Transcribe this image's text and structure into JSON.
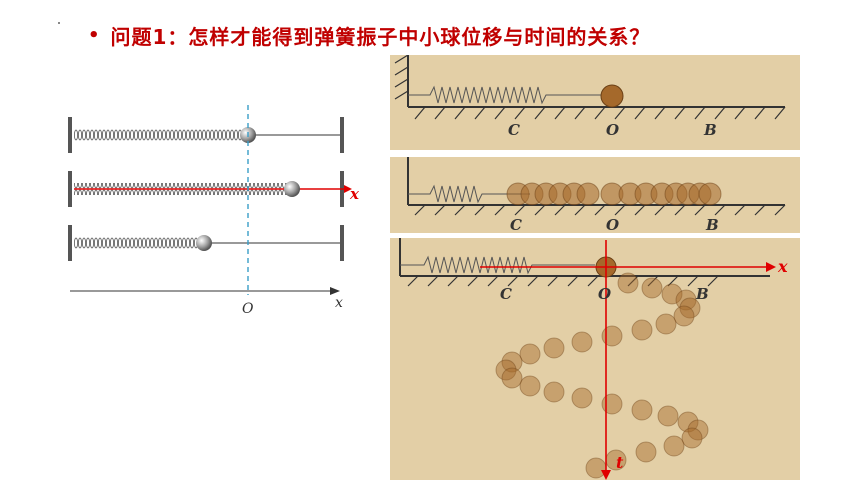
{
  "slide": {
    "bullet": "•",
    "title": "问题1：怎样才能得到弹簧振子中小球位移与时间的关系？"
  },
  "left_figure": {
    "label_x_arrow": "x",
    "label_O": "O",
    "label_x_axis": "x"
  },
  "photo_panels": {
    "label_C": "C",
    "label_O": "O",
    "label_B": "B",
    "label_x": "x",
    "label_t": "t"
  },
  "colors": {
    "title": "#c00000",
    "axis_red": "#e00000",
    "dashed_line": "#3a9ec8",
    "panel_bg": "#e3cfa6"
  }
}
